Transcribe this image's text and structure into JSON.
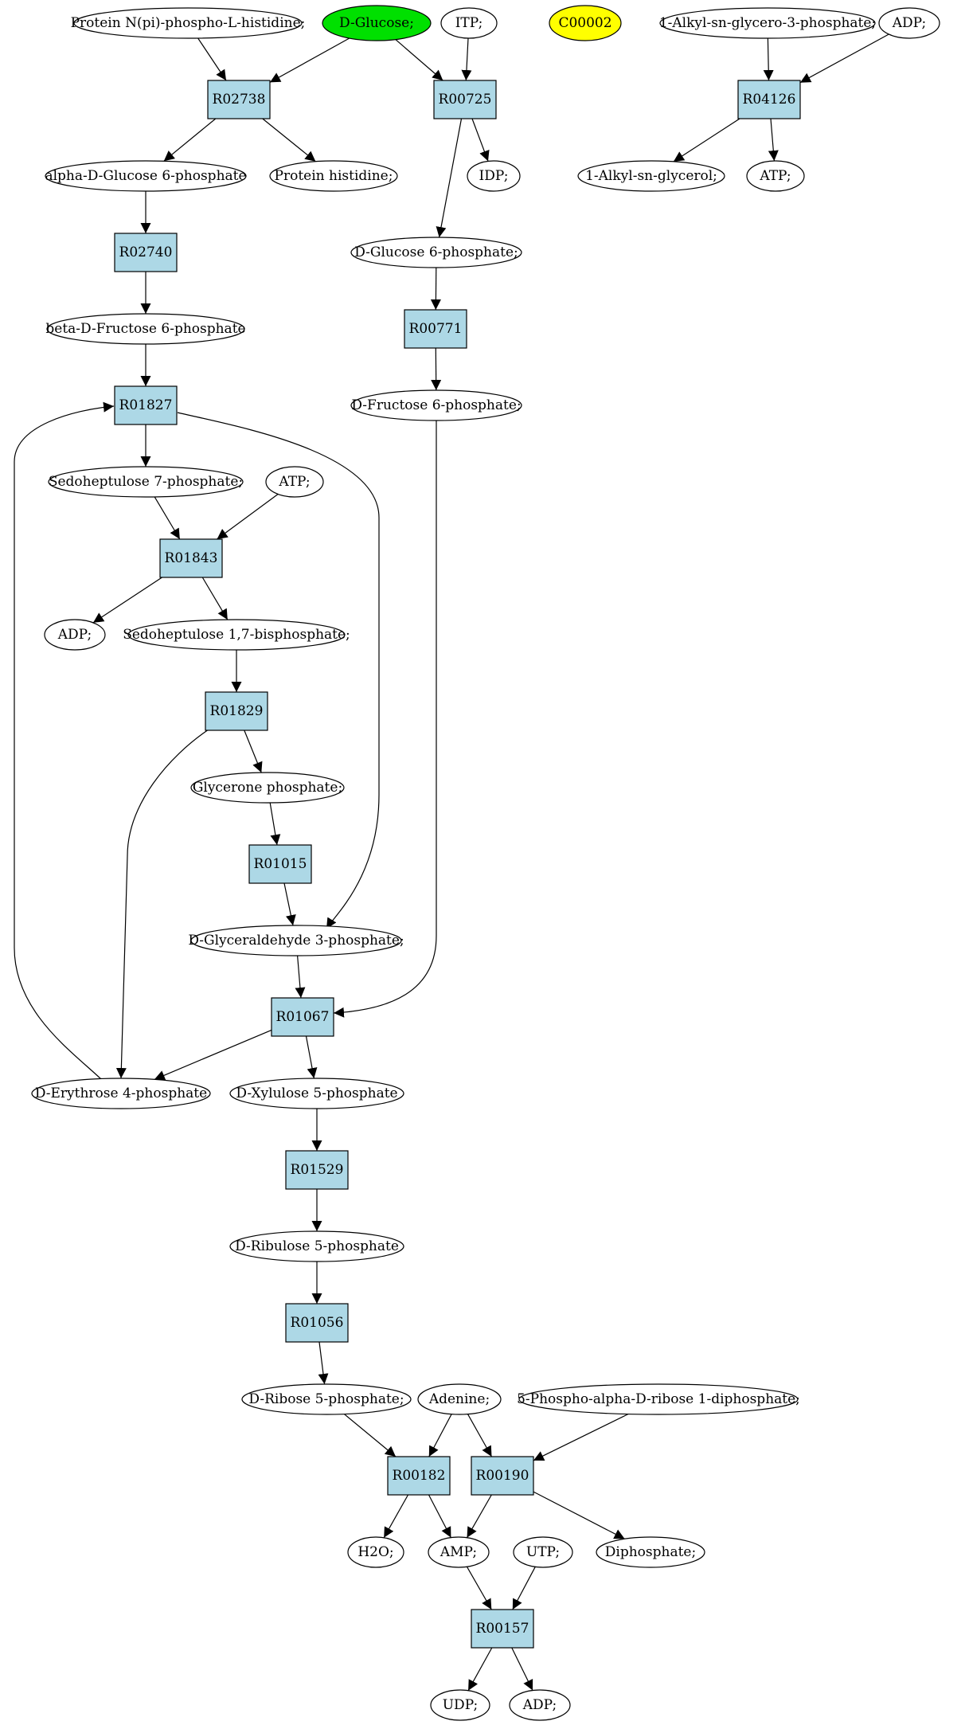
{
  "colors": {
    "reaction_fill": "#add8e6",
    "compound_fill": "#ffffff",
    "highlight_green": "#00e000",
    "highlight_yellow": "#ffff00",
    "stroke": "#000000"
  },
  "nodes": [
    {
      "id": "protein_n_pi",
      "label": "Protein N(pi)-phospho-L-histidine;",
      "kind": "compound"
    },
    {
      "id": "d_glucose",
      "label": "D-Glucose;",
      "kind": "compound",
      "highlight": "green"
    },
    {
      "id": "itp",
      "label": "ITP;",
      "kind": "compound"
    },
    {
      "id": "c00002",
      "label": "C00002",
      "kind": "compound",
      "highlight": "yellow"
    },
    {
      "id": "alkyl_g3p",
      "label": "1-Alkyl-sn-glycero-3-phosphate;",
      "kind": "compound"
    },
    {
      "id": "adp_top",
      "label": "ADP;",
      "kind": "compound"
    },
    {
      "id": "r02738",
      "label": "R02738",
      "kind": "reaction"
    },
    {
      "id": "r00725",
      "label": "R00725",
      "kind": "reaction"
    },
    {
      "id": "r04126",
      "label": "R04126",
      "kind": "reaction"
    },
    {
      "id": "a_d_g6p",
      "label": "alpha-D-Glucose 6-phosphate",
      "kind": "compound"
    },
    {
      "id": "protein_his",
      "label": "Protein histidine;",
      "kind": "compound"
    },
    {
      "id": "idp",
      "label": "IDP;",
      "kind": "compound"
    },
    {
      "id": "alkyl_glycerol",
      "label": "1-Alkyl-sn-glycerol;",
      "kind": "compound"
    },
    {
      "id": "atp_top",
      "label": "ATP;",
      "kind": "compound"
    },
    {
      "id": "r02740",
      "label": "R02740",
      "kind": "reaction"
    },
    {
      "id": "d_g6p",
      "label": "D-Glucose 6-phosphate;",
      "kind": "compound"
    },
    {
      "id": "b_d_f6p",
      "label": "beta-D-Fructose 6-phosphate",
      "kind": "compound"
    },
    {
      "id": "r00771",
      "label": "R00771",
      "kind": "reaction"
    },
    {
      "id": "r01827",
      "label": "R01827",
      "kind": "reaction"
    },
    {
      "id": "d_f6p",
      "label": "D-Fructose 6-phosphate;",
      "kind": "compound"
    },
    {
      "id": "s7p",
      "label": "Sedoheptulose 7-phosphate;",
      "kind": "compound"
    },
    {
      "id": "atp_mid",
      "label": "ATP;",
      "kind": "compound"
    },
    {
      "id": "r01843",
      "label": "R01843",
      "kind": "reaction"
    },
    {
      "id": "adp_mid",
      "label": "ADP;",
      "kind": "compound"
    },
    {
      "id": "s17bp",
      "label": "Sedoheptulose 1,7-bisphosphate;",
      "kind": "compound"
    },
    {
      "id": "r01829",
      "label": "R01829",
      "kind": "reaction"
    },
    {
      "id": "dhap",
      "label": "Glycerone phosphate;",
      "kind": "compound"
    },
    {
      "id": "r01015",
      "label": "R01015",
      "kind": "reaction"
    },
    {
      "id": "gap",
      "label": "D-Glyceraldehyde 3-phosphate;",
      "kind": "compound"
    },
    {
      "id": "r01067",
      "label": "R01067",
      "kind": "reaction"
    },
    {
      "id": "e4p",
      "label": "D-Erythrose 4-phosphate",
      "kind": "compound"
    },
    {
      "id": "xu5p",
      "label": "D-Xylulose 5-phosphate",
      "kind": "compound"
    },
    {
      "id": "r01529",
      "label": "R01529",
      "kind": "reaction"
    },
    {
      "id": "ru5p",
      "label": "D-Ribulose 5-phosphate",
      "kind": "compound"
    },
    {
      "id": "r01056",
      "label": "R01056",
      "kind": "reaction"
    },
    {
      "id": "r5p",
      "label": "D-Ribose 5-phosphate;",
      "kind": "compound"
    },
    {
      "id": "adenine",
      "label": "Adenine;",
      "kind": "compound"
    },
    {
      "id": "prpp",
      "label": "5-Phospho-alpha-D-ribose 1-diphosphate;",
      "kind": "compound"
    },
    {
      "id": "r00182",
      "label": "R00182",
      "kind": "reaction"
    },
    {
      "id": "r00190",
      "label": "R00190",
      "kind": "reaction"
    },
    {
      "id": "h2o",
      "label": "H2O;",
      "kind": "compound"
    },
    {
      "id": "amp",
      "label": "AMP;",
      "kind": "compound"
    },
    {
      "id": "utp",
      "label": "UTP;",
      "kind": "compound"
    },
    {
      "id": "diphosphate",
      "label": "Diphosphate;",
      "kind": "compound"
    },
    {
      "id": "r00157",
      "label": "R00157",
      "kind": "reaction"
    },
    {
      "id": "udp",
      "label": "UDP;",
      "kind": "compound"
    },
    {
      "id": "adp_bot",
      "label": "ADP;",
      "kind": "compound"
    }
  ],
  "edges": [
    {
      "from": "protein_n_pi",
      "to": "r02738"
    },
    {
      "from": "d_glucose",
      "to": "r02738"
    },
    {
      "from": "d_glucose",
      "to": "r00725"
    },
    {
      "from": "itp",
      "to": "r00725"
    },
    {
      "from": "alkyl_g3p",
      "to": "r04126"
    },
    {
      "from": "adp_top",
      "to": "r04126"
    },
    {
      "from": "r02738",
      "to": "a_d_g6p"
    },
    {
      "from": "r02738",
      "to": "protein_his"
    },
    {
      "from": "r00725",
      "to": "idp"
    },
    {
      "from": "r00725",
      "to": "d_g6p"
    },
    {
      "from": "r04126",
      "to": "alkyl_glycerol"
    },
    {
      "from": "r04126",
      "to": "atp_top"
    },
    {
      "from": "a_d_g6p",
      "to": "r02740"
    },
    {
      "from": "r02740",
      "to": "b_d_f6p"
    },
    {
      "from": "d_g6p",
      "to": "r00771"
    },
    {
      "from": "r00771",
      "to": "d_f6p"
    },
    {
      "from": "b_d_f6p",
      "to": "r01827"
    },
    {
      "from": "r01827",
      "to": "s7p"
    },
    {
      "from": "r01827",
      "to": "gap"
    },
    {
      "from": "s7p",
      "to": "r01843"
    },
    {
      "from": "atp_mid",
      "to": "r01843"
    },
    {
      "from": "r01843",
      "to": "adp_mid"
    },
    {
      "from": "r01843",
      "to": "s17bp"
    },
    {
      "from": "s17bp",
      "to": "r01829"
    },
    {
      "from": "r01829",
      "to": "dhap"
    },
    {
      "from": "r01829",
      "to": "e4p"
    },
    {
      "from": "dhap",
      "to": "r01015"
    },
    {
      "from": "r01015",
      "to": "gap"
    },
    {
      "from": "gap",
      "to": "r01067"
    },
    {
      "from": "d_f6p",
      "to": "r01067"
    },
    {
      "from": "r01067",
      "to": "e4p"
    },
    {
      "from": "r01067",
      "to": "xu5p"
    },
    {
      "from": "e4p",
      "to": "r01827"
    },
    {
      "from": "xu5p",
      "to": "r01529"
    },
    {
      "from": "r01529",
      "to": "ru5p"
    },
    {
      "from": "ru5p",
      "to": "r01056"
    },
    {
      "from": "r01056",
      "to": "r5p"
    },
    {
      "from": "r5p",
      "to": "r00182"
    },
    {
      "from": "adenine",
      "to": "r00182"
    },
    {
      "from": "adenine",
      "to": "r00190"
    },
    {
      "from": "prpp",
      "to": "r00190"
    },
    {
      "from": "r00182",
      "to": "h2o"
    },
    {
      "from": "r00182",
      "to": "amp"
    },
    {
      "from": "r00190",
      "to": "amp"
    },
    {
      "from": "r00190",
      "to": "diphosphate"
    },
    {
      "from": "amp",
      "to": "r00157"
    },
    {
      "from": "utp",
      "to": "r00157"
    },
    {
      "from": "r00157",
      "to": "udp"
    },
    {
      "from": "r00157",
      "to": "adp_bot"
    }
  ]
}
